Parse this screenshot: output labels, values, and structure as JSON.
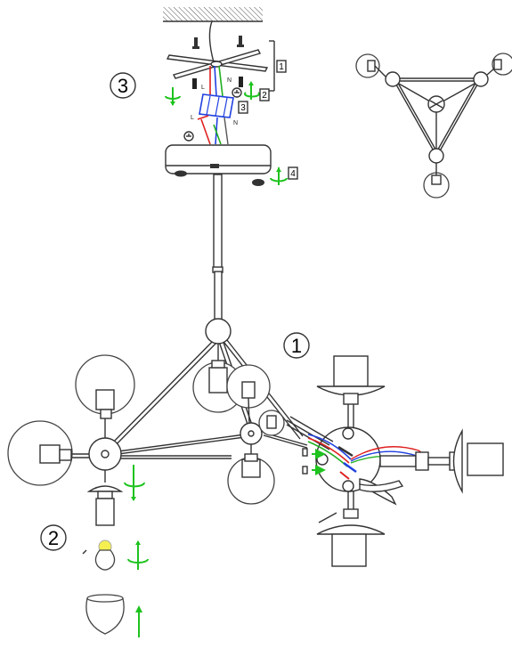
{
  "steps": {
    "s1": "1",
    "s2": "2",
    "s3": "3"
  },
  "callouts": {
    "c1": "1",
    "c2": "2",
    "c3": "3",
    "c4": "4"
  },
  "wire_labels": {
    "n_top": "N",
    "l_top": "L",
    "l_bottom": "L",
    "n_bottom": "N"
  },
  "colors": {
    "green_arrow": "#1ec31e",
    "wire_red": "#e02020",
    "wire_blue": "#2040e0",
    "wire_green": "#20b020",
    "bulb_yellow": "#f5f050",
    "line": "#333333"
  },
  "icons": [
    "ceiling-icon",
    "screw-icon",
    "ground-symbol-icon",
    "rotate-arrow-icon",
    "pliers-icon",
    "bulb-icon",
    "terminal-block-icon"
  ]
}
